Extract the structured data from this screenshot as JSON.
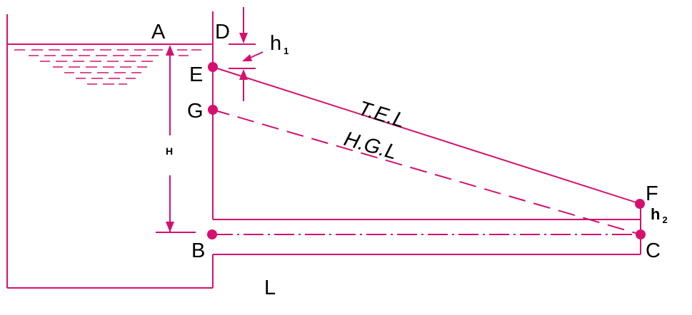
{
  "colors": {
    "structure": "#d6106e",
    "ink": "#000000",
    "background": "#ffffff"
  },
  "labels": {
    "A": "A",
    "B": "B",
    "C": "C",
    "D": "D",
    "E": "E",
    "F": "F",
    "G": "G",
    "H": "H",
    "L": "L",
    "h1_main": "h",
    "h1_sub": "1",
    "h2_main": "h",
    "h2_sub": "2",
    "tel": "T.E.L",
    "hgl": "H.G.L"
  }
}
